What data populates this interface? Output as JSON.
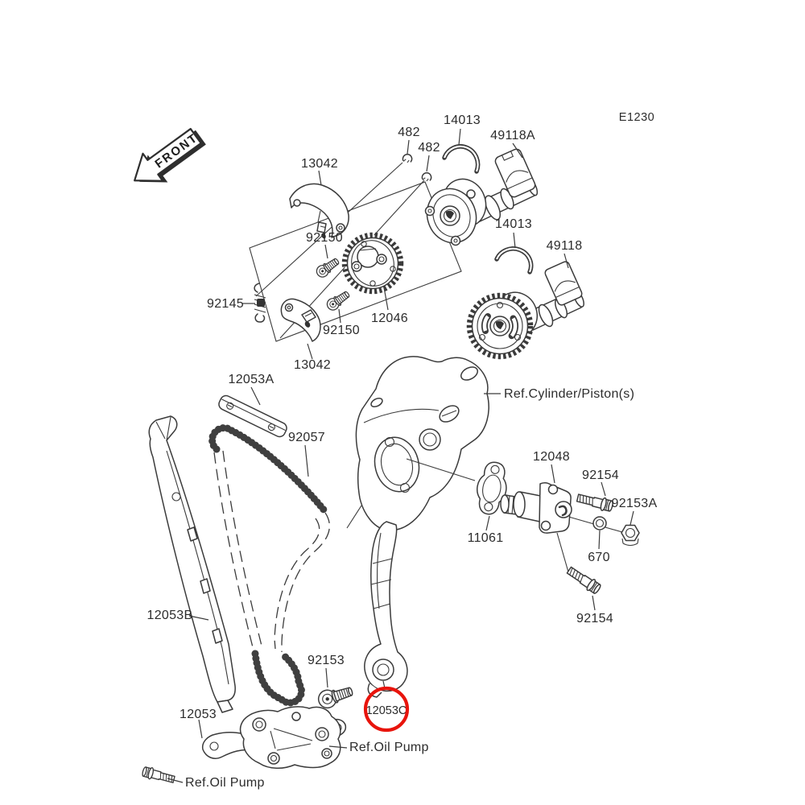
{
  "diagram": {
    "code": "E1230",
    "front_marker": "FRONT",
    "highlighted_part": "12053C",
    "colors": {
      "line": "#3b3b3b",
      "text": "#2c2c2c",
      "highlight": "#e8140c",
      "background": "#ffffff"
    },
    "labels": [
      {
        "id": "13042-top",
        "text": "13042"
      },
      {
        "id": "482-1",
        "text": "482"
      },
      {
        "id": "482-2",
        "text": "482"
      },
      {
        "id": "14013-1",
        "text": "14013"
      },
      {
        "id": "49118A",
        "text": "49118A"
      },
      {
        "id": "14013-2",
        "text": "14013"
      },
      {
        "id": "49118",
        "text": "49118"
      },
      {
        "id": "92150-1",
        "text": "92150"
      },
      {
        "id": "12046",
        "text": "12046"
      },
      {
        "id": "92150-2",
        "text": "92150"
      },
      {
        "id": "92145",
        "text": "92145"
      },
      {
        "id": "13042-2",
        "text": "13042"
      },
      {
        "id": "12053A",
        "text": "12053A"
      },
      {
        "id": "92057",
        "text": "92057"
      },
      {
        "id": "ref-cylinder",
        "text": "Ref.Cylinder/Piston(s)"
      },
      {
        "id": "12048",
        "text": "12048"
      },
      {
        "id": "92154-1",
        "text": "92154"
      },
      {
        "id": "92153A",
        "text": "92153A"
      },
      {
        "id": "11061",
        "text": "11061"
      },
      {
        "id": "670",
        "text": "670"
      },
      {
        "id": "92154-2",
        "text": "92154"
      },
      {
        "id": "12053B",
        "text": "12053B"
      },
      {
        "id": "92153",
        "text": "92153"
      },
      {
        "id": "12053C",
        "text": "12053C"
      },
      {
        "id": "12053",
        "text": "12053"
      },
      {
        "id": "ref-oil-pump-1",
        "text": "Ref.Oil Pump"
      },
      {
        "id": "ref-oil-pump-2",
        "text": "Ref.Oil Pump"
      }
    ]
  }
}
